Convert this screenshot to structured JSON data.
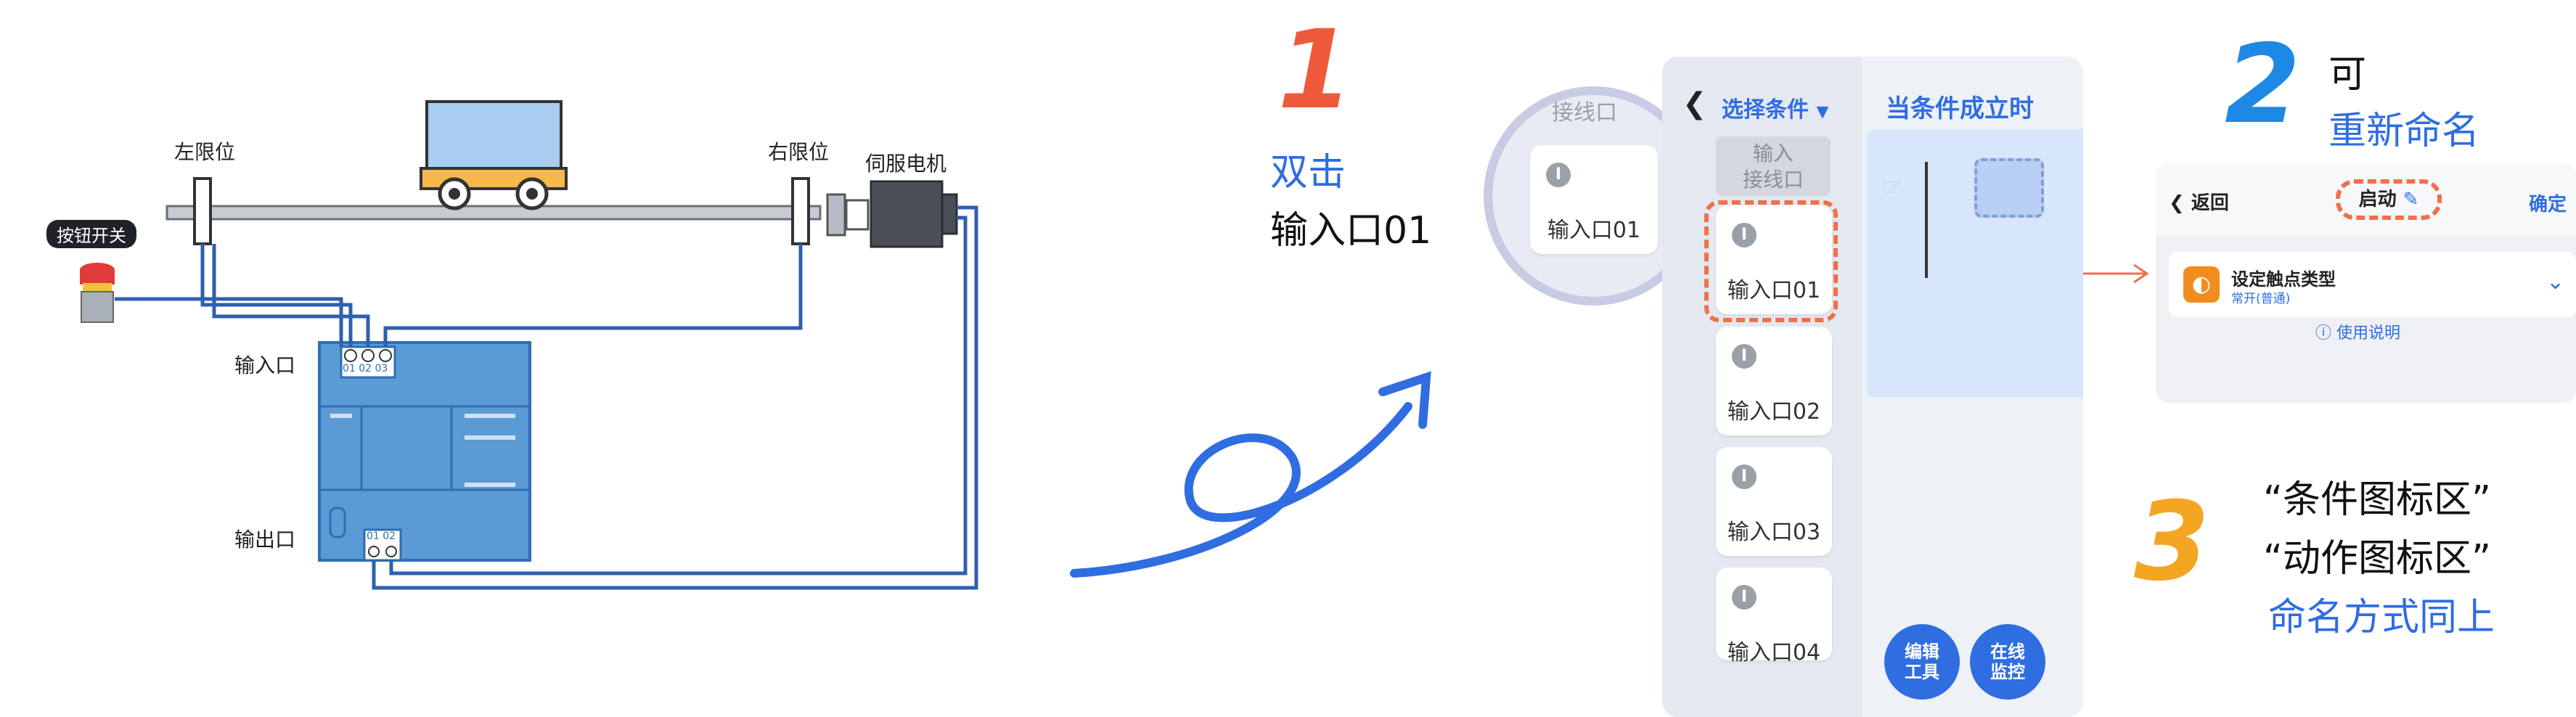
{
  "circuit": {
    "left_limit_label": "左限位",
    "right_limit_label": "右限位",
    "servo_label": "伺服电机",
    "button_label": "按钮开关",
    "input_label": "输入口",
    "output_label": "输出口",
    "input_terminals": "01 02 03",
    "output_terminals": "01 02"
  },
  "steps": {
    "step1": {
      "number": "1",
      "line1": "双击",
      "line2": "输入口01"
    },
    "step2": {
      "number": "2",
      "line1": "可",
      "line2": "重新命名"
    },
    "step3": {
      "number": "3",
      "line1": "“条件图标区”",
      "line2": "“动作图标区”",
      "line3": "命名方式同上"
    }
  },
  "zoom_bubble": {
    "header": "接线口",
    "item": "输入口01",
    "badge": "I"
  },
  "app": {
    "back_icon": "chevron-left-icon",
    "select_condition": "选择条件",
    "when_true": "当条件成立时",
    "category_button_line1": "输入",
    "category_button_line2": "接线口",
    "items": [
      "输入口01",
      "输入口02",
      "输入口03",
      "输入口04"
    ],
    "badge": "I",
    "edit_tool_line1": "编辑",
    "edit_tool_line2": "工具",
    "monitor_line1": "在线",
    "monitor_line2": "监控"
  },
  "rename": {
    "back": "返回",
    "title": "启动",
    "confirm": "确定",
    "setting_title": "设定触点类型",
    "setting_value": "常开(普通)",
    "help": "使用说明"
  },
  "colors": {
    "accent_blue": "#2f6de1",
    "step1_red": "#f05a3c",
    "step2_blue": "#1e88e5",
    "step3_orange": "#f4a521",
    "highlight_dash": "#f07048",
    "plc_blue": "#5b9bd5"
  }
}
